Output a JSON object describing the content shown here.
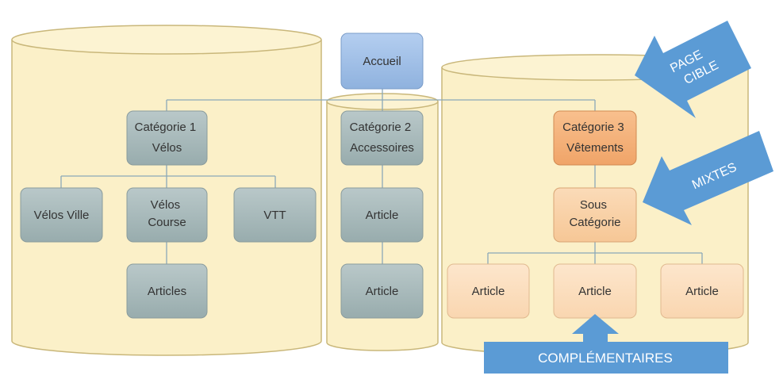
{
  "nodes": {
    "accueil": {
      "lines": [
        "Accueil"
      ]
    },
    "cat1": {
      "lines": [
        "Catégorie 1",
        "Vélos"
      ]
    },
    "cat2": {
      "lines": [
        "Catégorie 2",
        "Accessoires"
      ]
    },
    "cat3": {
      "lines": [
        "Catégorie 3",
        "Vêtements"
      ]
    },
    "velos_ville": {
      "lines": [
        "Vélos Ville"
      ]
    },
    "velos_course": {
      "lines": [
        "Vélos",
        "Course"
      ]
    },
    "vtt": {
      "lines": [
        "VTT"
      ]
    },
    "articles": {
      "lines": [
        "Articles"
      ]
    },
    "cat2_article_1": {
      "lines": [
        "Article"
      ]
    },
    "cat2_article_2": {
      "lines": [
        "Article"
      ]
    },
    "sous_categorie": {
      "lines": [
        "Sous",
        "Catégorie"
      ]
    },
    "cat3_article_1": {
      "lines": [
        "Article"
      ]
    },
    "cat3_article_2": {
      "lines": [
        "Article"
      ]
    },
    "cat3_article_3": {
      "lines": [
        "Article"
      ]
    }
  },
  "arrows": {
    "page_cible": {
      "lines": [
        "PAGE",
        "CIBLE"
      ]
    },
    "mixtes": {
      "lines": [
        "MIXTES"
      ]
    },
    "complementaires": {
      "lines": [
        "COMPLÉMENTAIRES"
      ]
    }
  },
  "colors": {
    "cylinder_fill": "#fbf0c8",
    "cylinder_stroke": "#c9b77a",
    "node_gray": "#a7b8b9",
    "node_blue": "#9fbfe6",
    "node_orange_dark": "#f4b07a",
    "node_orange_light": "#f8cfa4",
    "node_peach": "#fbdcb8",
    "arrow_blue": "#5b9bd5",
    "connector": "#8aa8b8"
  }
}
